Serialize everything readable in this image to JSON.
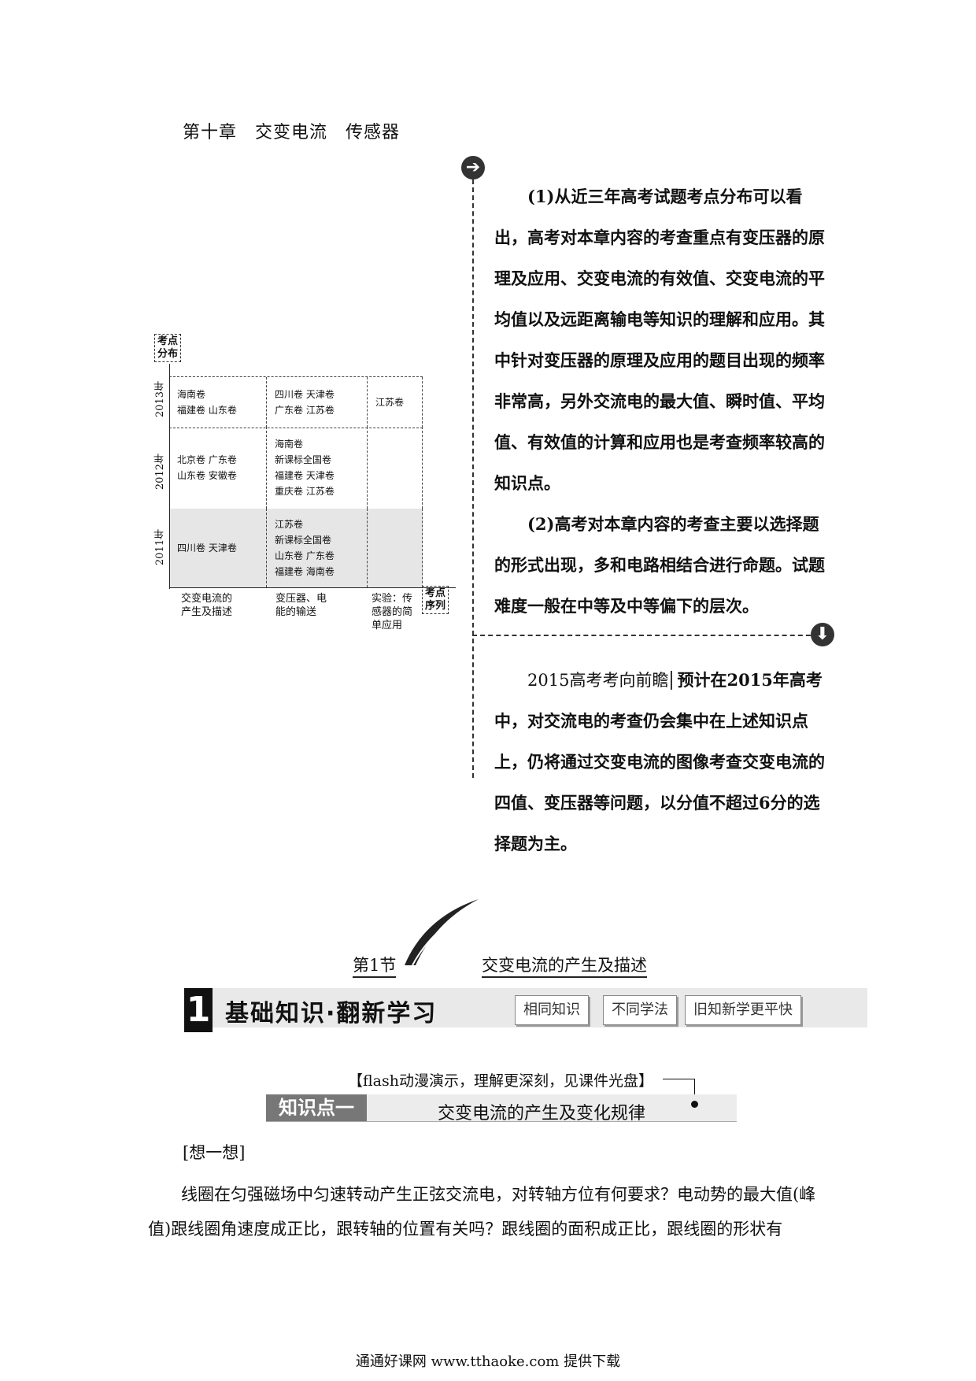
{
  "chapter": "第十章　交变电流　传感器",
  "distribution": {
    "legend_top": [
      "考点",
      "分布"
    ],
    "legend_bottom": [
      "考点",
      "序列"
    ],
    "rows": [
      {
        "year": "2013年",
        "cols": [
          [
            "海南卷",
            "福建卷  山东卷"
          ],
          [
            "四川卷  天津卷",
            "广东卷  江苏卷"
          ],
          [
            "江苏卷"
          ]
        ]
      },
      {
        "year": "2012年",
        "cols": [
          [
            "北京卷  广东卷",
            "山东卷  安徽卷"
          ],
          [
            "海南卷",
            "新课标全国卷",
            "福建卷  天津卷",
            "重庆卷  江苏卷"
          ],
          []
        ]
      },
      {
        "year": "2011年",
        "cols": [
          [
            "四川卷  天津卷"
          ],
          [
            "江苏卷",
            "新课标全国卷",
            "山东卷  广东卷",
            "福建卷  海南卷"
          ],
          []
        ]
      }
    ],
    "topics": [
      [
        "交变电流的",
        "产生及描述"
      ],
      [
        "变压器、电",
        "能的输送"
      ],
      [
        "实验：传",
        "感器的简",
        "单应用"
      ]
    ]
  },
  "analysis": {
    "p1": "(1)从近三年高考试题考点分布可以看出，高考对本章内容的考查重点有变压器的原理及应用、交变电流的有效值、交变电流的平均值以及远距离输电等知识的理解和应用。其中针对变压器的原理及应用的题目出现的频率非常高，另外交流电的最大值、瞬时值、平均值、有效值的计算和应用也是考查频率较高的知识点。",
    "p2": "(2)高考对本章内容的考查主要以选择题的形式出现，多和电路相结合进行命题。试题难度一般在中等及中等偏下的层次。",
    "forecast_tag": "2015高考考向前瞻",
    "forecast": "预计在2015年高考中，对交流电的考查仍会集中在上述知识点上，仍将通过交变电流的图像考查交变电流的四值、变压器等问题，以分值不超过6分的选择题为主。"
  },
  "section": {
    "num": "第1节",
    "title": "交变电流的产生及描述",
    "bar_num": "1",
    "bar_title": "基础知识·翻新学习",
    "buttons": [
      "相同知识",
      "不同学法",
      "旧知新学更平快"
    ],
    "flash_note": "【flash动漫演示，理解更深刻，见课件光盘】",
    "kp_tag": "知识点一",
    "kp_title": "交变电流的产生及变化规律",
    "think_label": "[想一想]",
    "think_text": "线圈在匀强磁场中匀速转动产生正弦交流电，对转轴方位有何要求？电动势的最大值(峰值)跟线圈角速度成正比，跟转轴的位置有关吗？跟线圈的面积成正比，跟线圈的形状有"
  },
  "footer": "通通好课网  www.tthaoke.com  提供下载",
  "icons": {
    "top": "arrow-right-icon",
    "middle": "arrow-down-icon"
  }
}
